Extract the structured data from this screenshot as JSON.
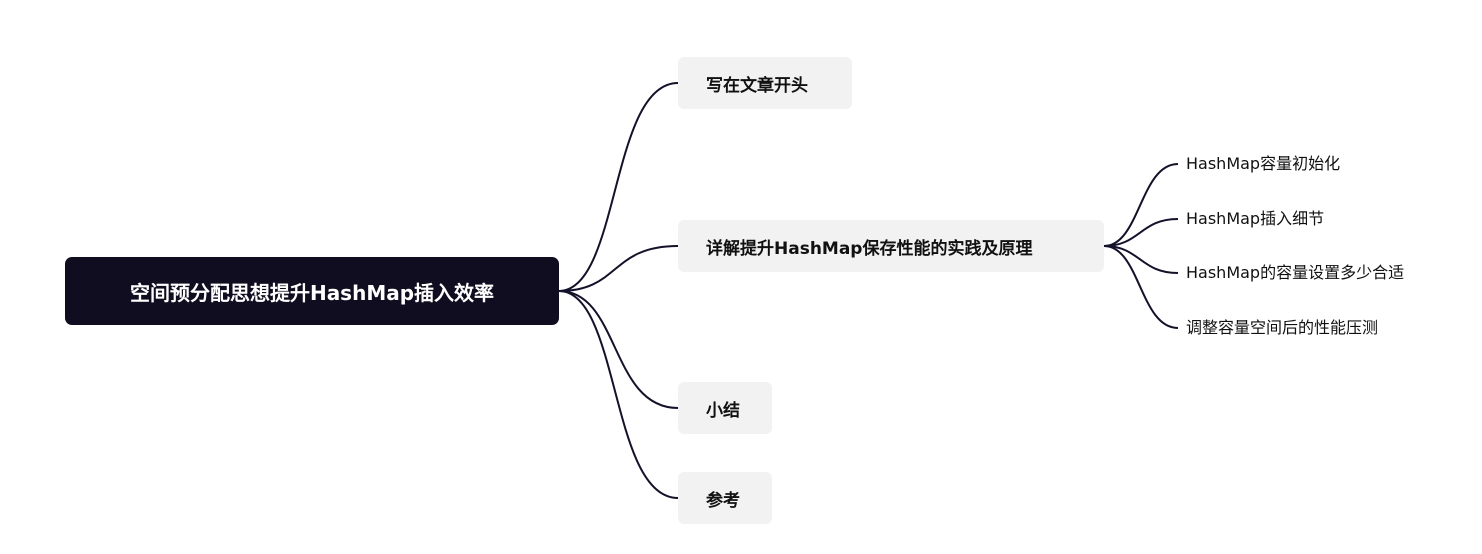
{
  "root": {
    "label": "空间预分配思想提升HashMap插入效率"
  },
  "branches": [
    {
      "label": "写在文章开头"
    },
    {
      "label": "详解提升HashMap保存性能的实践及原理",
      "children": [
        {
          "label": "HashMap容量初始化"
        },
        {
          "label": "HashMap插入细节"
        },
        {
          "label": "HashMap的容量设置多少合适"
        },
        {
          "label": "调整容量空间后的性能压测"
        }
      ]
    },
    {
      "label": "小结"
    },
    {
      "label": "参考"
    }
  ],
  "colors": {
    "root_bg": "#0f0d1f",
    "node_bg": "#f2f2f2",
    "line": "#14122a"
  }
}
